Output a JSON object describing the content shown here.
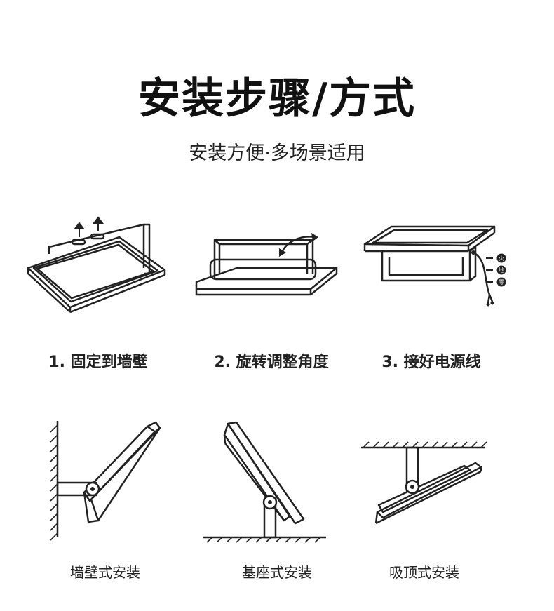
{
  "header": {
    "title": "安装步骤/方式",
    "subtitle": "安装方便·多场景适用"
  },
  "steps": [
    {
      "label": "1. 固定到墙壁",
      "icon": "wall-fix-icon"
    },
    {
      "label": "2. 旋转调整角度",
      "icon": "rotate-angle-icon"
    },
    {
      "label": "3. 接好电源线",
      "icon": "power-wire-icon"
    }
  ],
  "wire_symbols": [
    "火",
    "地",
    "零"
  ],
  "mounts": [
    {
      "label": "墙壁式安装",
      "icon": "wall-mount-icon"
    },
    {
      "label": "基座式安装",
      "icon": "base-mount-icon"
    },
    {
      "label": "吸顶式安装",
      "icon": "ceiling-mount-icon"
    }
  ]
}
